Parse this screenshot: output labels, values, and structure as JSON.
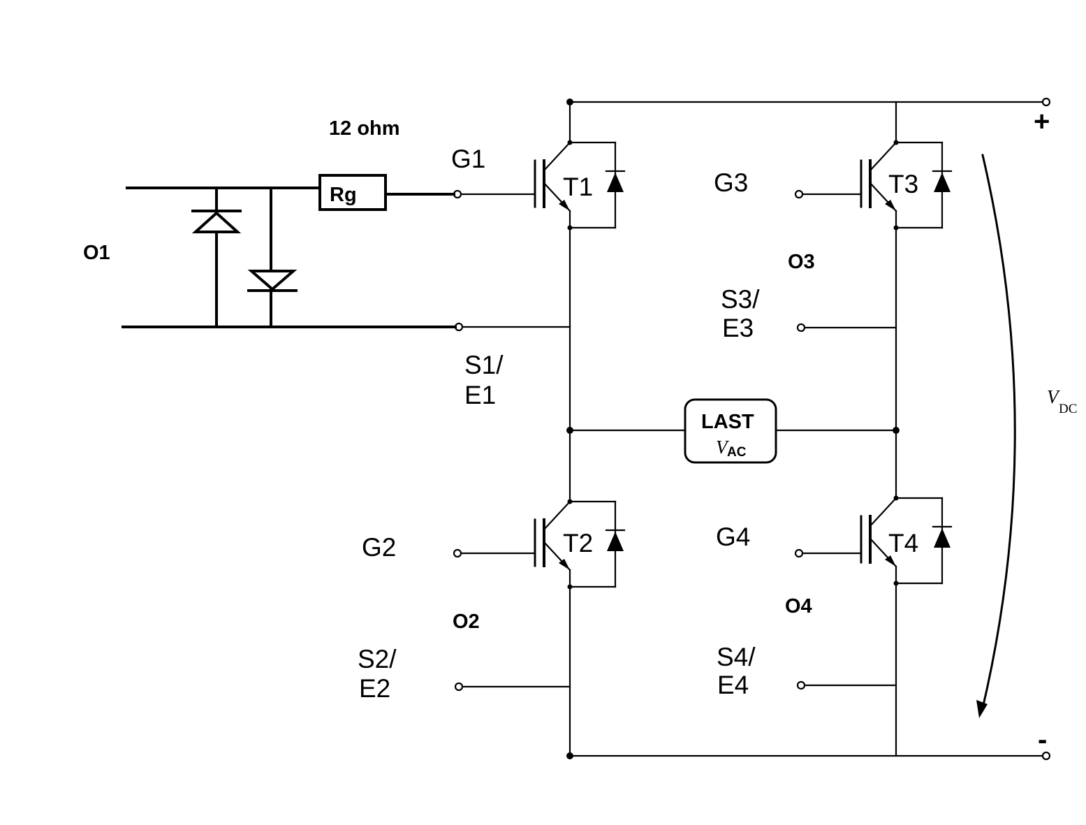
{
  "resistor": {
    "value_label": "12 ohm",
    "name": "Rg"
  },
  "transistors": [
    {
      "name": "T1",
      "gate": "G1",
      "source_line1": "S1/",
      "source_line2": "E1",
      "output": "O1"
    },
    {
      "name": "T2",
      "gate": "G2",
      "source_line1": "S2/",
      "source_line2": "E2",
      "output": "O2"
    },
    {
      "name": "T3",
      "gate": "G3",
      "source_line1": "S3/",
      "source_line2": "E3",
      "output": "O3"
    },
    {
      "name": "T4",
      "gate": "G4",
      "source_line1": "S4/",
      "source_line2": "E4",
      "output": "O4"
    }
  ],
  "load": {
    "name": "LAST",
    "voltage_symbol": "V",
    "voltage_subscript": "AC"
  },
  "dc_supply": {
    "plus": "+",
    "minus": "-",
    "voltage_symbol": "V",
    "voltage_subscript": "DC"
  }
}
